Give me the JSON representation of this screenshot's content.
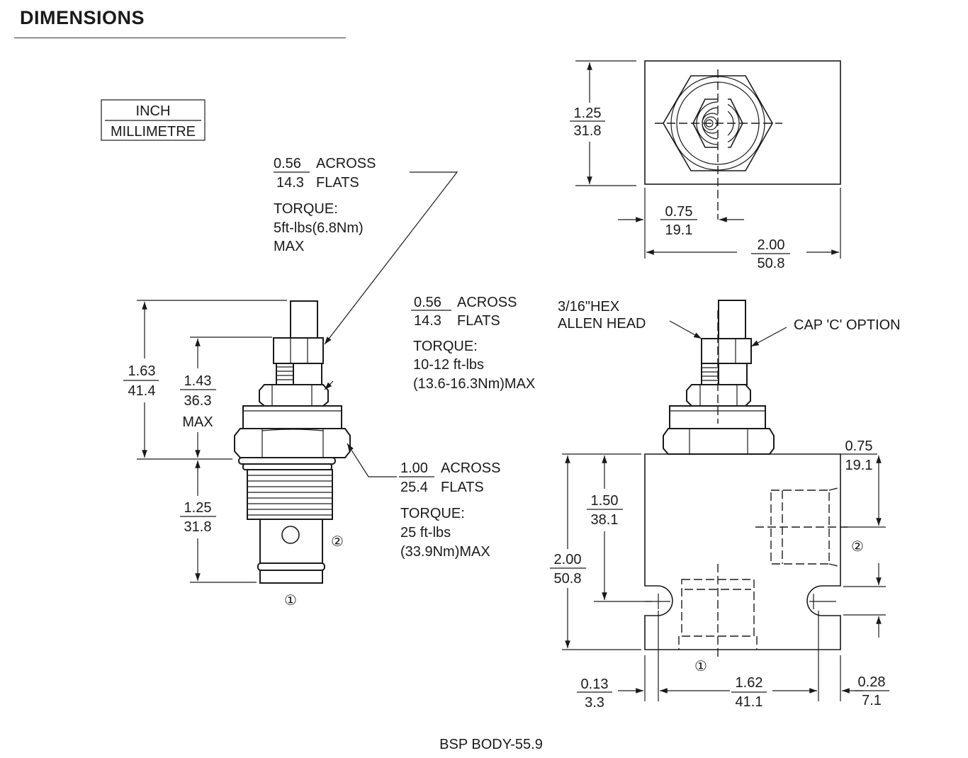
{
  "header": {
    "title": "DIMENSIONS"
  },
  "units_legend": {
    "top": "INCH",
    "bottom": "MILLIMETRE"
  },
  "side_view": {
    "hex_top": {
      "inch": "0.56",
      "mm": "14.3",
      "l1": "ACROSS",
      "l2": "FLATS",
      "torque_title": "TORQUE:",
      "torque_1": "5ft-lbs(6.8Nm)",
      "torque_2": "MAX"
    },
    "hex_body": {
      "inch": "1.00",
      "mm": "25.4",
      "l1": "ACROSS",
      "l2": "FLATS",
      "torque_title": "TORQUE:",
      "torque_1": "25 ft-lbs",
      "torque_2": "(33.9Nm)MAX"
    },
    "dim_overall": {
      "inch": "1.63",
      "mm": "41.4"
    },
    "dim_adjust": {
      "inch": "1.43",
      "mm": "36.3",
      "note": "MAX"
    },
    "dim_insert": {
      "inch": "1.25",
      "mm": "31.8"
    },
    "port_1": "①",
    "port_2": "②"
  },
  "top_view": {
    "dim_height": {
      "inch": "1.25",
      "mm": "31.8"
    },
    "dim_offset": {
      "inch": "0.75",
      "mm": "19.1"
    },
    "dim_width": {
      "inch": "2.00",
      "mm": "50.8"
    }
  },
  "front_view": {
    "locknut": {
      "inch": "0.56",
      "mm": "14.3",
      "l1": "ACROSS",
      "l2": "FLATS",
      "torque_title": "TORQUE:",
      "torque_1": "10-12 ft-lbs",
      "torque_2": "(13.6-16.3Nm)MAX"
    },
    "hex_head_1": "3/16\"HEX",
    "hex_head_2": "ALLEN HEAD",
    "cap_option": "CAP 'C' OPTION",
    "dim_port2_depth": {
      "inch": "1.50",
      "mm": "38.1"
    },
    "dim_height": {
      "inch": "2.00",
      "mm": "50.8"
    },
    "dim_port2_top": {
      "inch": "0.75",
      "mm": "19.1"
    },
    "dim_left_hole": {
      "inch": "0.13",
      "mm": "3.3"
    },
    "dim_hole_span": {
      "inch": "1.62",
      "mm": "41.1"
    },
    "dim_right_hole": {
      "inch": "0.28",
      "mm": "7.1"
    },
    "port_1": "①",
    "port_2": "②"
  },
  "footer": {
    "body_note": "BSP BODY-55.9"
  }
}
